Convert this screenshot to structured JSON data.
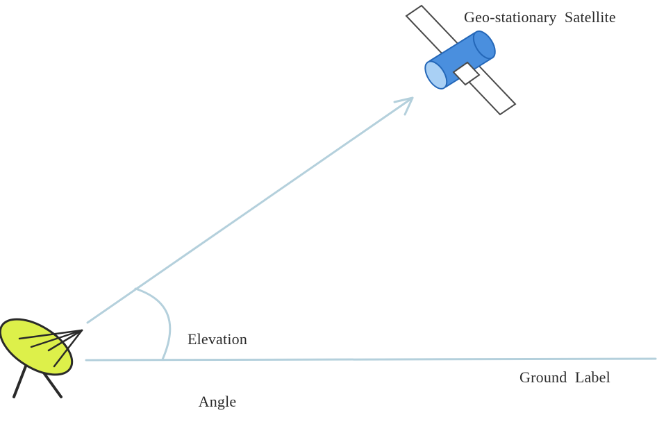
{
  "diagram": {
    "satellite_label": "Geo-stationary  Satellite",
    "elevation_label_line1": "Elevation",
    "elevation_label_line2": "Angle",
    "ground_label": "Ground  Label"
  },
  "colors": {
    "line": "#b4d0dc",
    "satellite_body": "#4a8fde",
    "satellite_dark": "#2467b8",
    "satellite_light": "#a9d0f5",
    "panel_fill": "#ffffff",
    "panel_stroke": "#4a4a4a",
    "dish_fill": "#ddf04a",
    "dish_stroke": "#2a2a2a",
    "text": "#2b2b2b"
  },
  "icons": [
    "satellite-icon",
    "satellite-dish-icon"
  ]
}
